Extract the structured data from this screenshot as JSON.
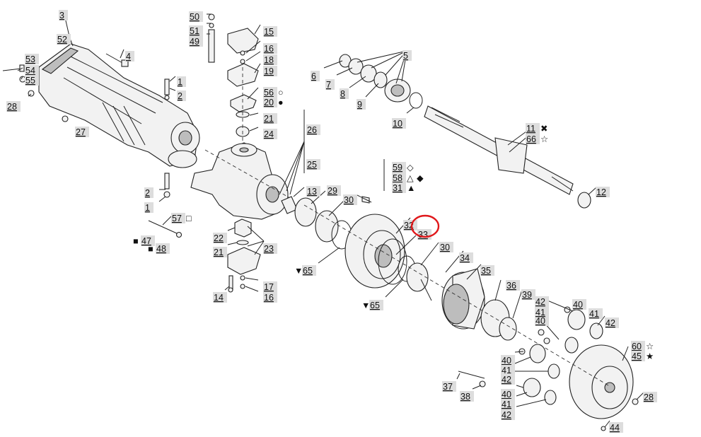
{
  "highlight": {
    "label": "33",
    "ring_color": "#e0181b"
  },
  "labels": [
    {
      "id": "3",
      "text": "3"
    },
    {
      "id": "52",
      "text": "52"
    },
    {
      "id": "50",
      "text": "50"
    },
    {
      "id": "51",
      "text": "51"
    },
    {
      "id": "49",
      "text": "49"
    },
    {
      "id": "15",
      "text": "15"
    },
    {
      "id": "16a",
      "text": "16"
    },
    {
      "id": "18",
      "text": "18"
    },
    {
      "id": "19",
      "text": "19"
    },
    {
      "id": "5",
      "text": "5"
    },
    {
      "id": "6",
      "text": "6"
    },
    {
      "id": "7",
      "text": "7"
    },
    {
      "id": "8",
      "text": "8"
    },
    {
      "id": "9",
      "text": "9"
    },
    {
      "id": "10",
      "text": "10"
    },
    {
      "id": "53",
      "text": "53"
    },
    {
      "id": "54",
      "text": "54"
    },
    {
      "id": "55",
      "text": "55"
    },
    {
      "id": "4",
      "text": "4"
    },
    {
      "id": "1a",
      "text": "1"
    },
    {
      "id": "2a",
      "text": "2"
    },
    {
      "id": "28a",
      "text": "28"
    },
    {
      "id": "56",
      "text": "56"
    },
    {
      "id": "20",
      "text": "20"
    },
    {
      "id": "21a",
      "text": "21"
    },
    {
      "id": "24",
      "text": "24"
    },
    {
      "id": "26",
      "text": "26"
    },
    {
      "id": "27",
      "text": "27"
    },
    {
      "id": "11",
      "text": "11"
    },
    {
      "id": "66",
      "text": "66"
    },
    {
      "id": "25",
      "text": "25"
    },
    {
      "id": "59",
      "text": "59"
    },
    {
      "id": "58",
      "text": "58"
    },
    {
      "id": "31",
      "text": "31"
    },
    {
      "id": "2b",
      "text": "2"
    },
    {
      "id": "13",
      "text": "13"
    },
    {
      "id": "29",
      "text": "29"
    },
    {
      "id": "30a",
      "text": "30"
    },
    {
      "id": "12",
      "text": "12"
    },
    {
      "id": "1b",
      "text": "1"
    },
    {
      "id": "57",
      "text": "57"
    },
    {
      "id": "32",
      "text": "32"
    },
    {
      "id": "33",
      "text": "33"
    },
    {
      "id": "22",
      "text": "22"
    },
    {
      "id": "47",
      "text": "47"
    },
    {
      "id": "48",
      "text": "48"
    },
    {
      "id": "21b",
      "text": "21"
    },
    {
      "id": "23",
      "text": "23"
    },
    {
      "id": "30b",
      "text": "30"
    },
    {
      "id": "34",
      "text": "34"
    },
    {
      "id": "65a",
      "text": "65"
    },
    {
      "id": "35",
      "text": "35"
    },
    {
      "id": "36",
      "text": "36"
    },
    {
      "id": "39",
      "text": "39"
    },
    {
      "id": "17",
      "text": "17"
    },
    {
      "id": "14",
      "text": "14"
    },
    {
      "id": "16b",
      "text": "16"
    },
    {
      "id": "65b",
      "text": "65"
    },
    {
      "id": "42a",
      "text": "42"
    },
    {
      "id": "40a",
      "text": "40"
    },
    {
      "id": "41a",
      "text": "41"
    },
    {
      "id": "40b",
      "text": "40"
    },
    {
      "id": "41b",
      "text": "41"
    },
    {
      "id": "42b",
      "text": "42"
    },
    {
      "id": "60",
      "text": "60"
    },
    {
      "id": "45",
      "text": "45"
    },
    {
      "id": "40c",
      "text": "40"
    },
    {
      "id": "41c",
      "text": "41"
    },
    {
      "id": "42c",
      "text": "42"
    },
    {
      "id": "37",
      "text": "37"
    },
    {
      "id": "38",
      "text": "38"
    },
    {
      "id": "40d",
      "text": "40"
    },
    {
      "id": "41d",
      "text": "41"
    },
    {
      "id": "42d",
      "text": "42"
    },
    {
      "id": "28b",
      "text": "28"
    },
    {
      "id": "44",
      "text": "44"
    }
  ],
  "symbols": {
    "circle_open": "○",
    "circle_filled": "●",
    "cross_filled": "✖",
    "star_open": "☆",
    "star_filled": "★",
    "diamond_open": "◇",
    "triangle_open": "△",
    "diamond_filled": "◆",
    "triangle_up_filled": "▲",
    "square_open": "□",
    "square_filled": "■",
    "triangle_down_filled": "▼"
  }
}
